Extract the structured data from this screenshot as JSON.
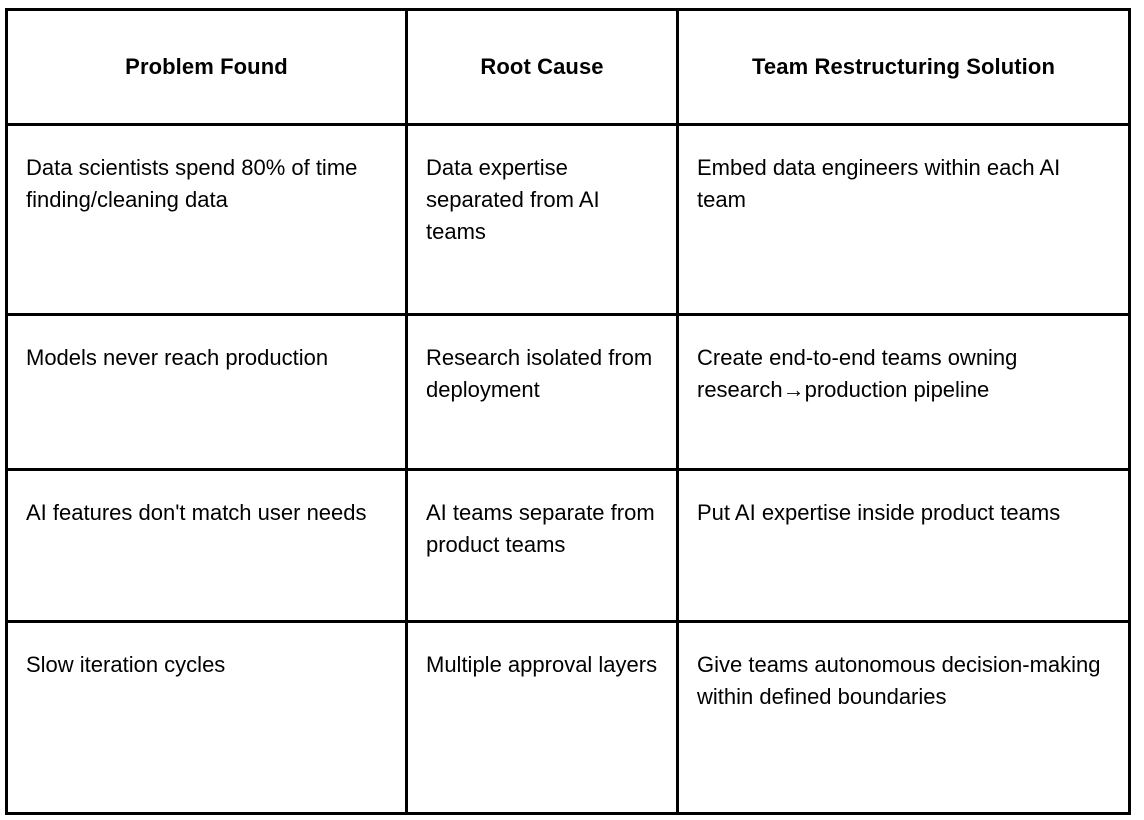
{
  "document": {
    "type": "table",
    "background_color": "#ffffff",
    "text_color": "#000000",
    "border_color": "#000000"
  },
  "table": {
    "columns": [
      {
        "key": "problem",
        "header": "Problem Found"
      },
      {
        "key": "cause",
        "header": "Root Cause"
      },
      {
        "key": "solution",
        "header": "Team Restructuring Solution"
      }
    ],
    "rows": [
      {
        "problem": "Data scientists spend 80% of time finding/cleaning data",
        "cause": "Data expertise separated from AI teams",
        "solution": "Embed data engineers within each AI team"
      },
      {
        "problem": "Models never reach production",
        "cause": "Research isolated from deployment",
        "solution": "Create end-to-end teams owning research→production pipeline"
      },
      {
        "problem": "AI features don't match user needs",
        "cause": "AI teams separate from product teams",
        "solution": "Put AI expertise inside product teams"
      },
      {
        "problem": "Slow iteration cycles",
        "cause": "Multiple approval layers",
        "solution": "Give teams autonomous decision-making within defined boundaries"
      }
    ]
  }
}
